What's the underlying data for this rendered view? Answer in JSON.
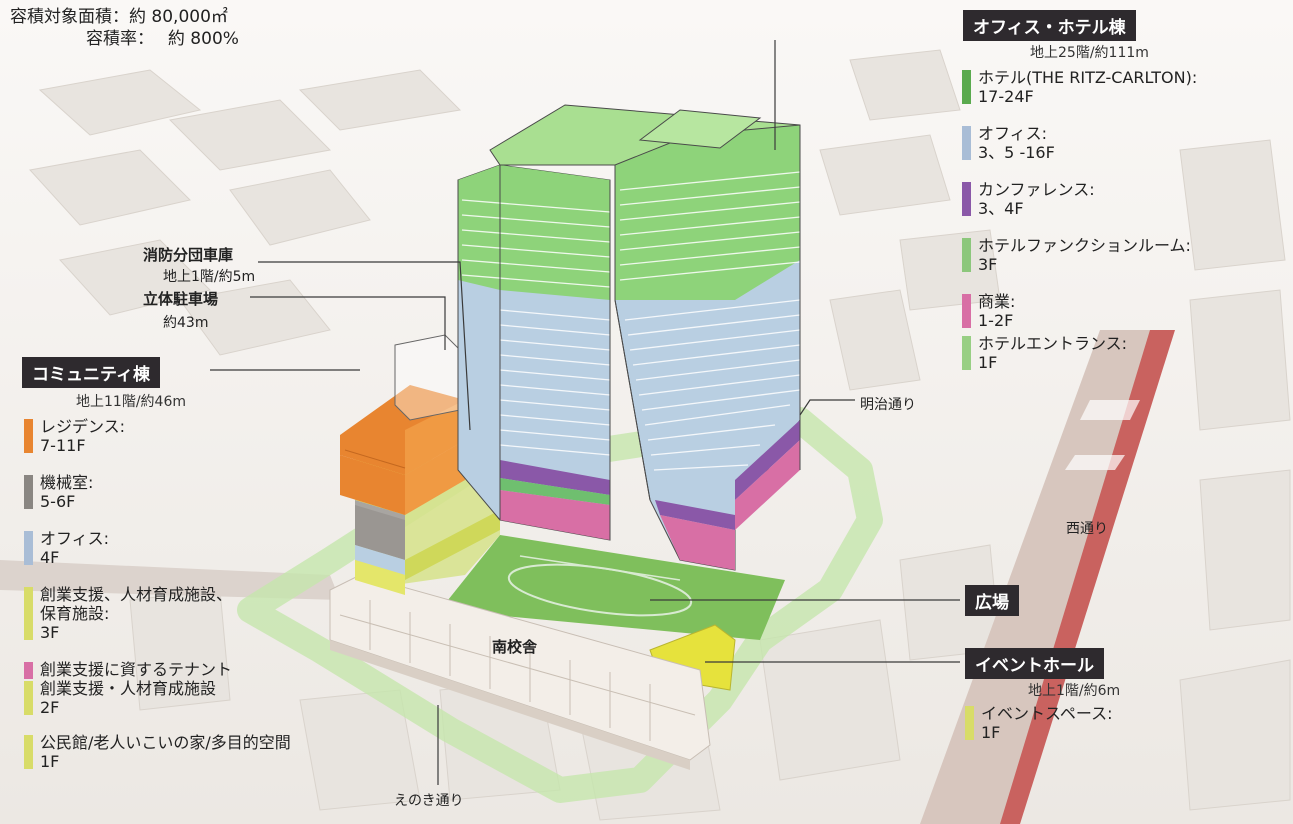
{
  "summary": {
    "floor_area": "容積対象面積：約 80,000㎡",
    "far": "容積率：　 約 800%"
  },
  "office_hotel": {
    "title": "オフィス・ホテル棟",
    "floors": "地上25階/約111m",
    "legend": [
      {
        "name": "ホテル(THE RITZ-CARLTON):",
        "floors": "17-24F",
        "color": "#5aaa4e"
      },
      {
        "name": "オフィス:",
        "floors": "3、5 -16F",
        "color": "#a9bdd6"
      },
      {
        "name": "カンファレンス:",
        "floors": "3、4F",
        "color": "#8a58a8"
      },
      {
        "name": "ホテルファンクションルーム:",
        "floors": "3F",
        "color": "#8cc77c"
      },
      {
        "name": "商業:",
        "floors": "1-2F",
        "color": "#d86fa5"
      },
      {
        "name": "ホテルエントランス:",
        "floors": "1F",
        "color": "#98cf84"
      }
    ]
  },
  "community": {
    "title": "コミュニティ棟",
    "floors": "地上11階/約46m",
    "legend": [
      {
        "name": "レジデンス:",
        "floors": "7-11F",
        "color": "#e88530"
      },
      {
        "name": "機械室:",
        "floors": "5-6F",
        "color": "#8a8682"
      },
      {
        "name": "オフィス:",
        "floors": "4F",
        "color": "#a9bdd6"
      },
      {
        "name": "創業支援、人材育成施設、",
        "name2": "保育施設:",
        "floors": "3F",
        "color": "#d8dc68"
      },
      {
        "name": "創業支援に資するテナント",
        "name2": "創業支援・人材育成施設",
        "floors": "2F",
        "color": "#d86fa5",
        "color2": "#d8dc68"
      },
      {
        "name": "公民館/老人いこいの家/多目的空間",
        "floors": "1F",
        "color": "#d8dc68"
      }
    ]
  },
  "callouts": {
    "fire_station": "消防分団車庫",
    "fire_station_spec": "地上1階/約5m",
    "parking": "立体駐車場",
    "parking_spec": "約43m",
    "south_school": "南校舎"
  },
  "plaza": {
    "title": "広場"
  },
  "event_hall": {
    "title": "イベントホール",
    "floors": "地上1階/約6m",
    "legend": [
      {
        "name": "イベントスペース:",
        "floors": "1F",
        "color": "#d8dc68"
      }
    ]
  },
  "roads": {
    "meiji": "明治通り",
    "nishi": "西通り",
    "enoki": "えのき通り"
  },
  "colors": {
    "hotel": "#5aaa4e",
    "office": "#a9bdd6",
    "conference": "#8a58a8",
    "commercial": "#d86fa5",
    "residence": "#e88530",
    "machine": "#8a8682",
    "support": "#d8dc68",
    "plaza": "#7fbf5c",
    "label_bg": "#2e2a2e"
  }
}
